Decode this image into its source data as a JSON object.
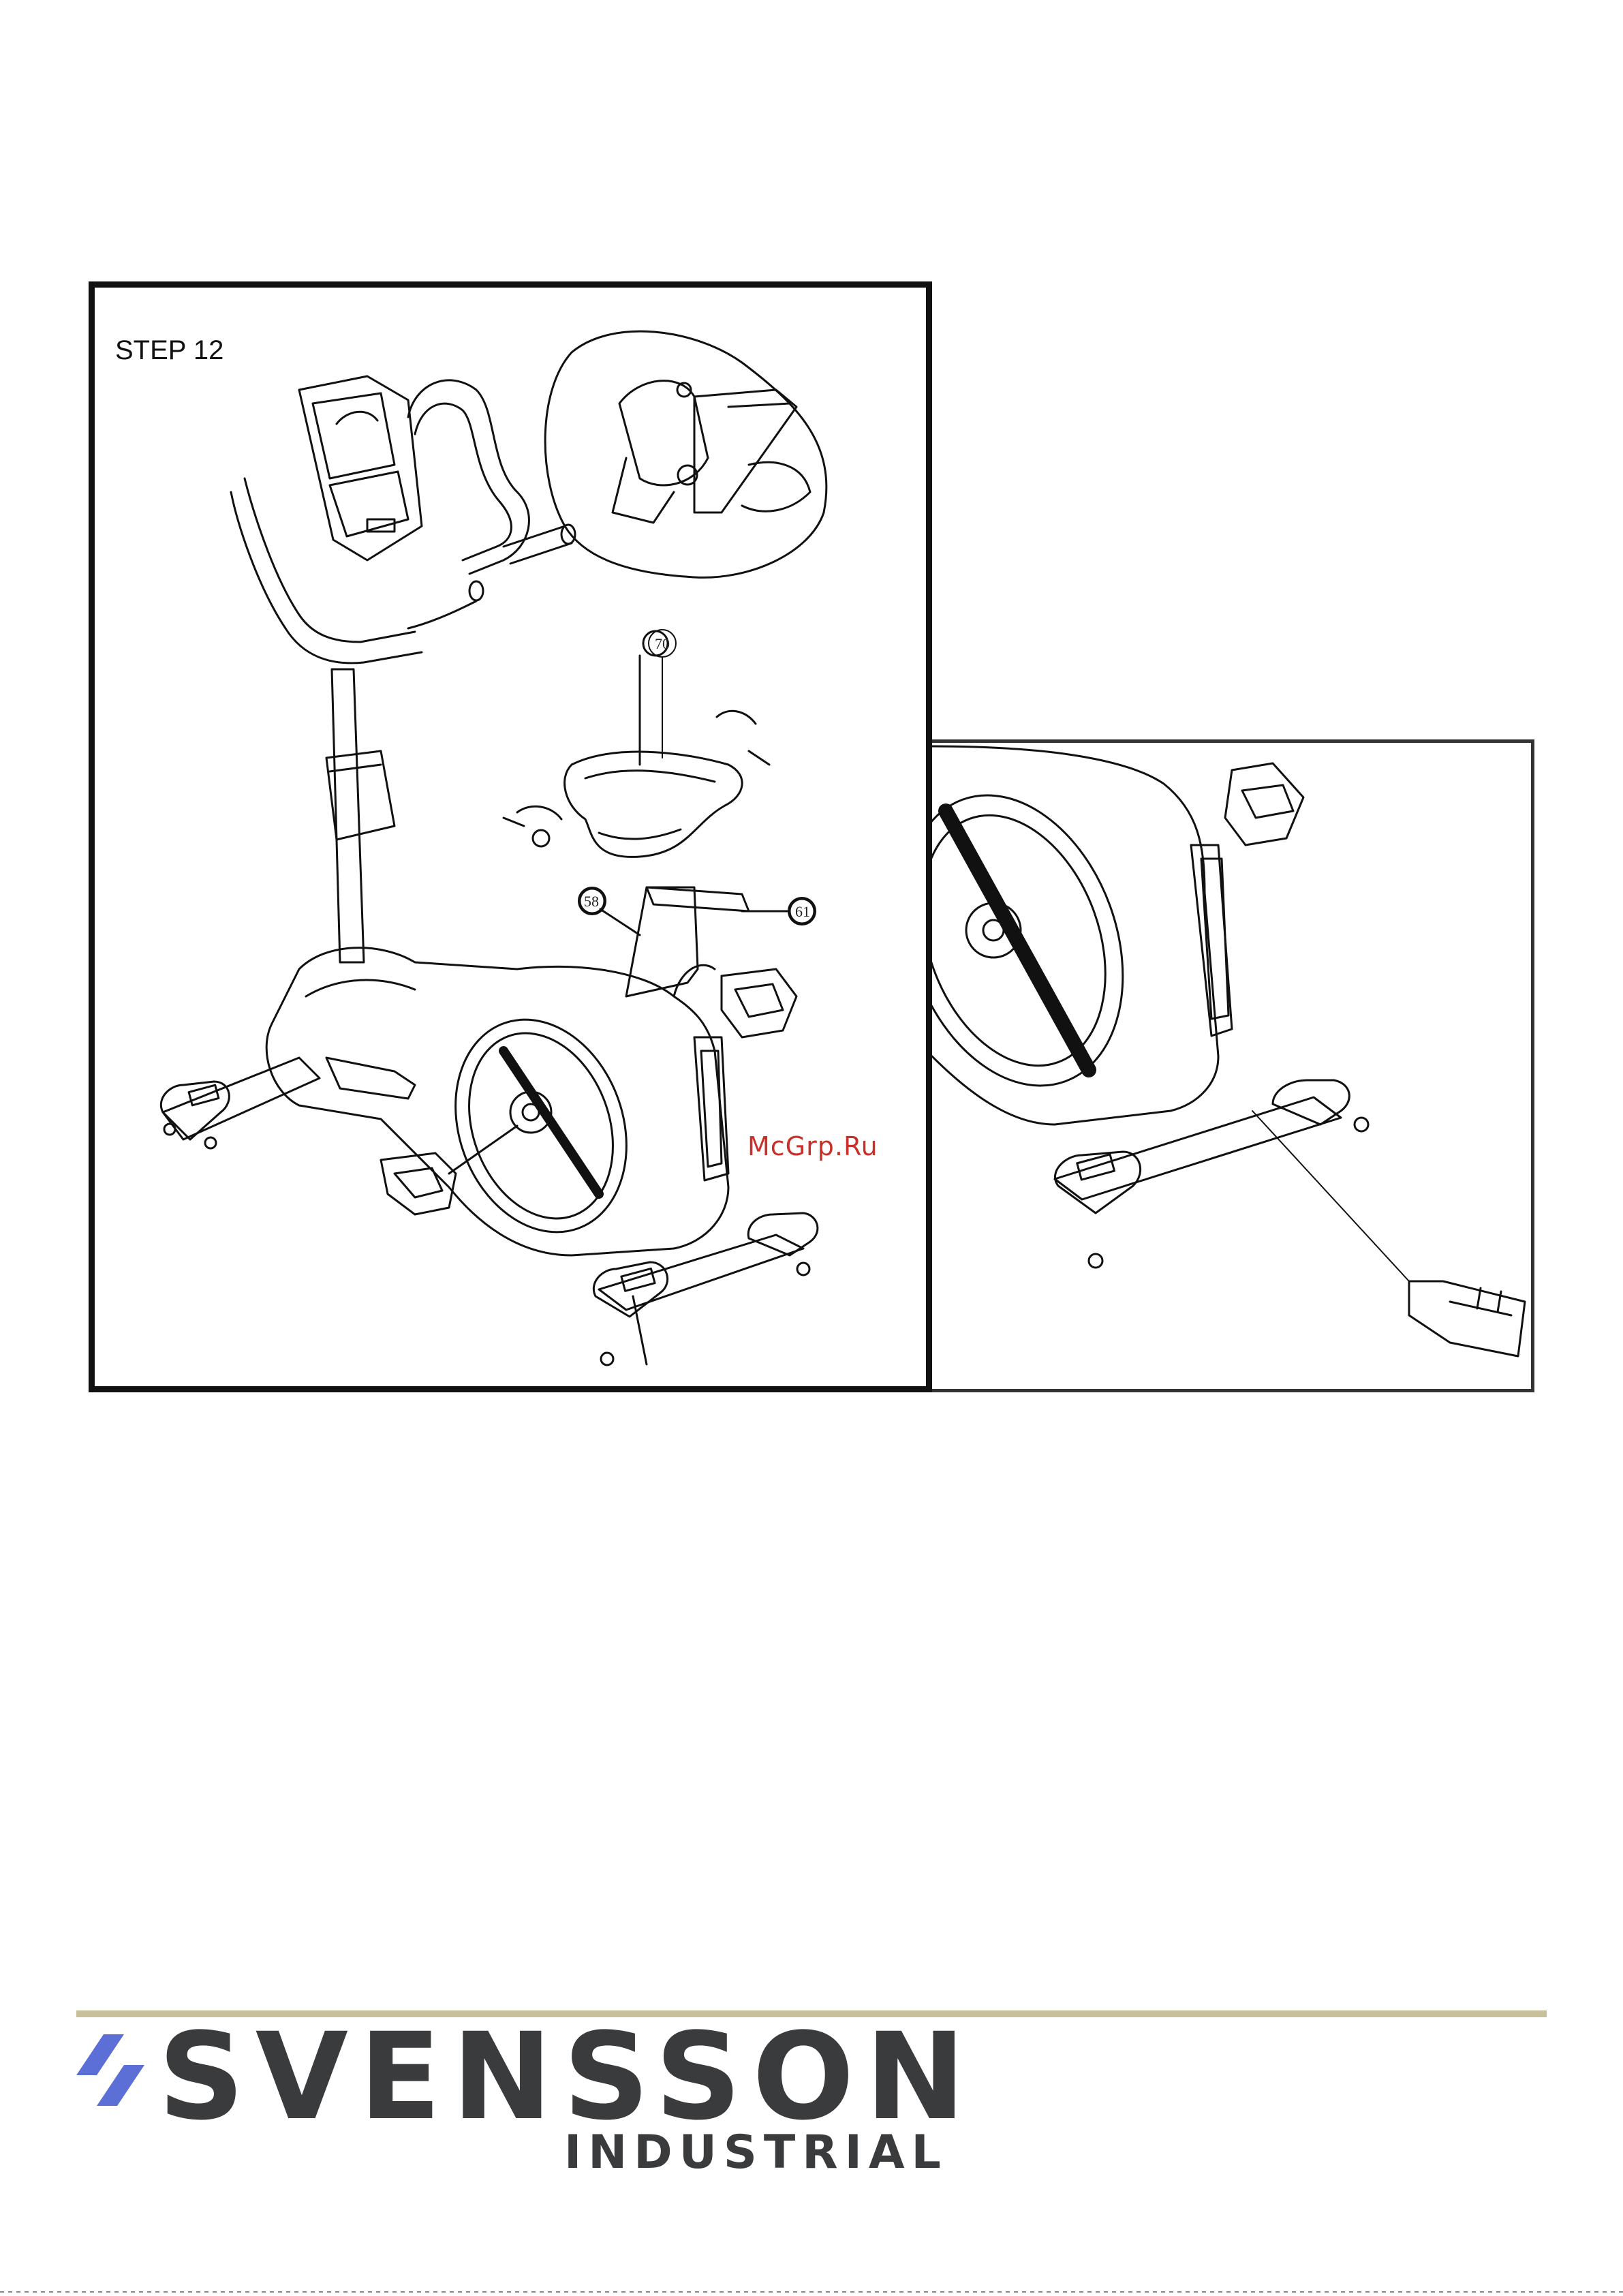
{
  "step": {
    "label": "STEP 12"
  },
  "callouts": [
    {
      "id": "70",
      "name": "seat-part-number"
    },
    {
      "id": "58",
      "name": "seat-post-part-number"
    },
    {
      "id": "61",
      "name": "seat-slider-part-number"
    }
  ],
  "watermark": "McGrp.Ru",
  "brand": {
    "name": "SVENSSON",
    "sub": "INDUSTRIAL",
    "accent": "#5b6fd6",
    "line_color": "#c8c09a",
    "text_color": "#3a3b3d"
  },
  "icons": [
    "exercise-bike-illustration",
    "seat-detail-illustration",
    "power-adapter-illustration",
    "rotation-arrow-icon",
    "brand-logo-icon"
  ]
}
